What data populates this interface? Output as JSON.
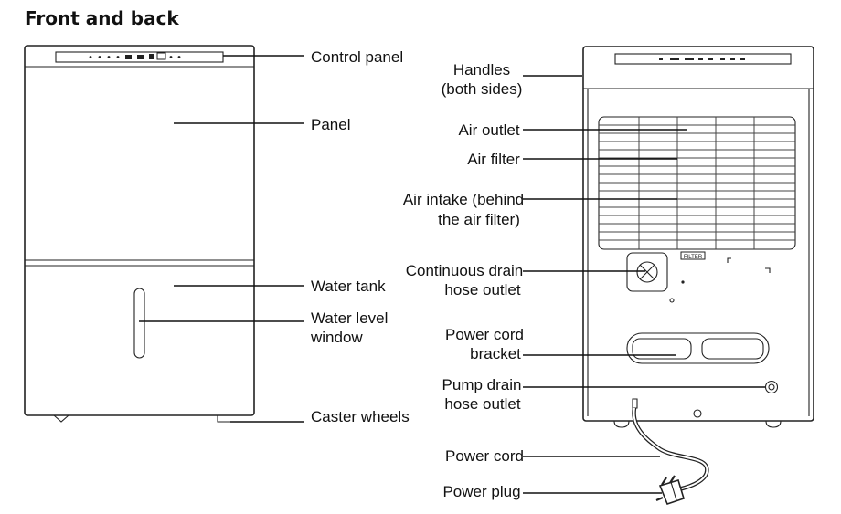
{
  "title": "Front and back",
  "front_labels": {
    "control_panel": "Control panel",
    "panel": "Panel",
    "water_tank": "Water tank",
    "water_level_1": "Water level",
    "water_level_2": "window",
    "caster_wheels": "Caster wheels"
  },
  "back_labels": {
    "handles_1": "Handles",
    "handles_2": "(both sides)",
    "air_outlet": "Air outlet",
    "air_filter": "Air filter",
    "air_intake_1": "Air intake (behind",
    "air_intake_2": "the air filter)",
    "cont_drain_1": "Continuous drain",
    "cont_drain_2": "hose outlet",
    "power_cord_bracket_1": "Power cord",
    "power_cord_bracket_2": "bracket",
    "pump_drain_1": "Pump drain",
    "pump_drain_2": "hose outlet",
    "power_cord": "Power cord",
    "power_plug": "Power plug"
  },
  "filter_tag": "FILTER"
}
